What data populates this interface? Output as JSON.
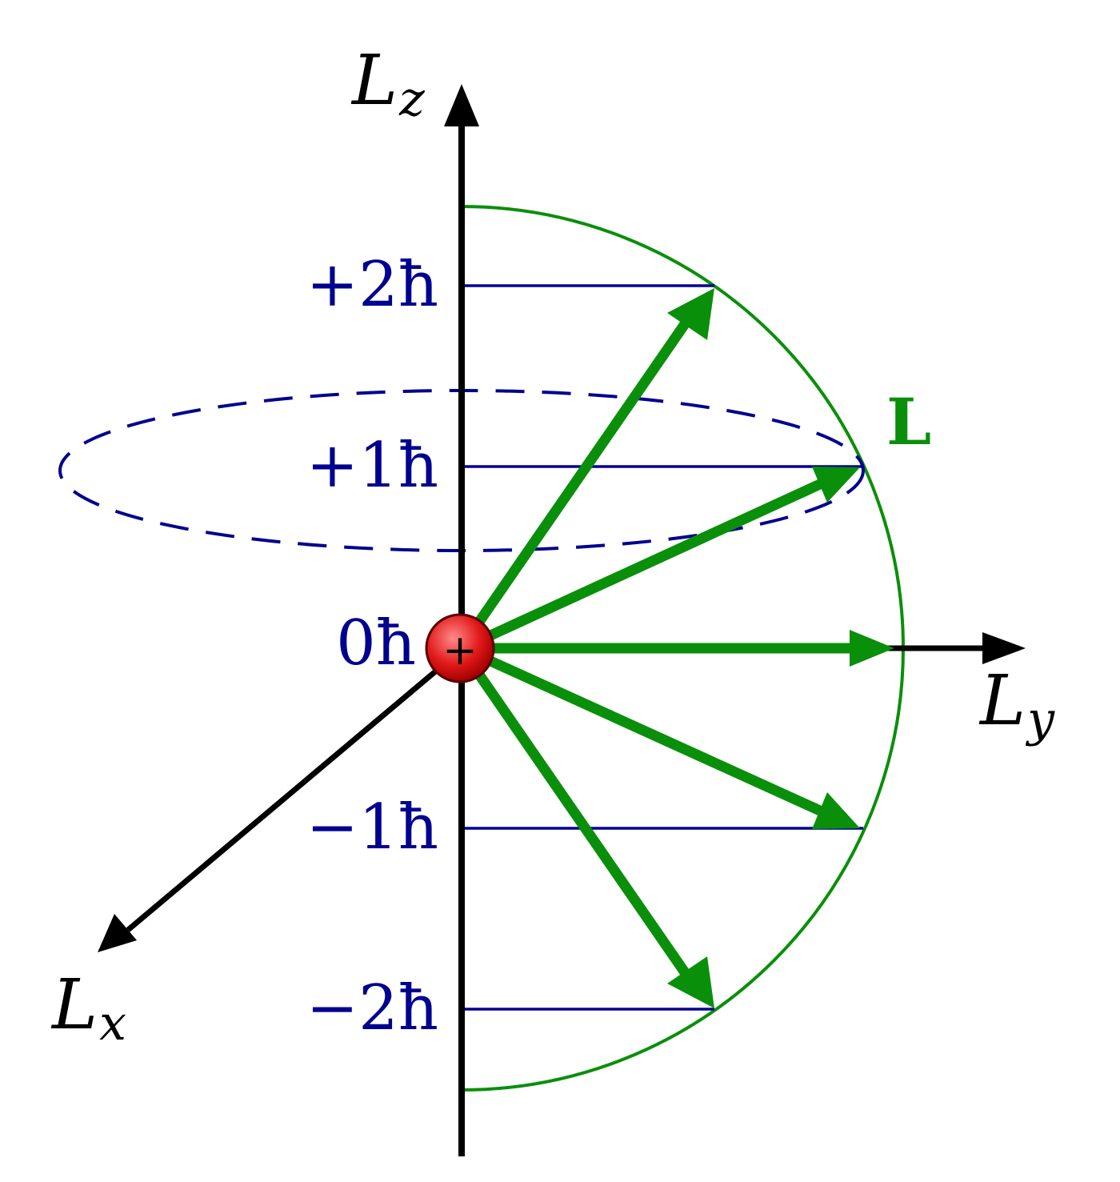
{
  "axes": {
    "z": {
      "main": "L",
      "sub": "z"
    },
    "y": {
      "main": "L",
      "sub": "y"
    },
    "x": {
      "main": "L",
      "sub": "x"
    }
  },
  "vector_label": "L",
  "levels": [
    {
      "m": 2,
      "label": "+2ħ"
    },
    {
      "m": 1,
      "label": "+1ħ"
    },
    {
      "m": 0,
      "label": "0ħ"
    },
    {
      "m": -1,
      "label": "−1ħ"
    },
    {
      "m": -2,
      "label": "−2ħ"
    }
  ],
  "nucleus_symbol": "+",
  "colors": {
    "axis": "#000000",
    "vector": "#0a8f0a",
    "level": "#00008f",
    "sphere": "#0a8f0a",
    "nucleus": "#e21a1a"
  }
}
